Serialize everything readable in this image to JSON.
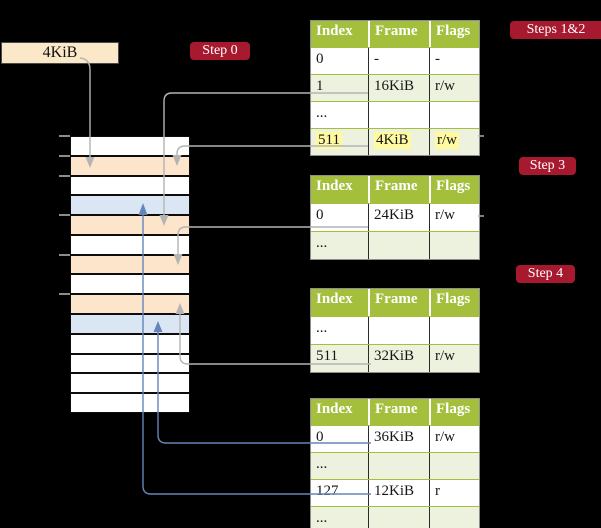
{
  "palette": {
    "background": "#000000",
    "badge_red": "#a6192e",
    "table_header_green": "#a3bf3c",
    "table_row_green": "#edf2de",
    "memory_peach": "#fce5ca",
    "memory_blue": "#dbe6f4",
    "highlight_yellow": "#fff9a0",
    "label_cream": "#fae8c8",
    "connector_gray": "#b4b4b4",
    "connector_blue": "#6485b8"
  },
  "label": {
    "text": "4KiB"
  },
  "badges": {
    "step0": "Step 0",
    "steps12": "Steps 1&2",
    "step3": "Step 3",
    "step4": "Step 4"
  },
  "memory": {
    "rows": [
      {
        "fill": "#ffffff"
      },
      {
        "fill": "#fce5ca"
      },
      {
        "fill": "#ffffff"
      },
      {
        "fill": "#dbe6f4"
      },
      {
        "fill": "#fce5ca"
      },
      {
        "fill": "#ffffff"
      },
      {
        "fill": "#fce5ca"
      },
      {
        "fill": "#ffffff"
      },
      {
        "fill": "#fce5ca"
      },
      {
        "fill": "#dbe6f4"
      },
      {
        "fill": "#ffffff"
      },
      {
        "fill": "#ffffff"
      },
      {
        "fill": "#ffffff"
      },
      {
        "fill": "#ffffff"
      }
    ]
  },
  "tables": [
    {
      "name": "page-table-steps-1-2",
      "headers": [
        "Index",
        "Frame",
        "Flags"
      ],
      "rows": [
        {
          "cells": [
            "0",
            "-",
            "-"
          ],
          "highlight": false
        },
        {
          "cells": [
            "1",
            "16KiB",
            "r/w"
          ],
          "highlight": false
        },
        {
          "cells": [
            "...",
            "",
            ""
          ],
          "highlight": false
        },
        {
          "cells": [
            "511",
            "4KiB",
            "r/w"
          ],
          "highlight": true
        }
      ]
    },
    {
      "name": "page-table-step-3",
      "headers": [
        "Index",
        "Frame",
        "Flags"
      ],
      "rows": [
        {
          "cells": [
            "0",
            "24KiB",
            "r/w"
          ],
          "highlight": false
        },
        {
          "cells": [
            "...",
            "",
            ""
          ],
          "highlight": false
        }
      ]
    },
    {
      "name": "page-table-step-4",
      "headers": [
        "Index",
        "Frame",
        "Flags"
      ],
      "rows": [
        {
          "cells": [
            "...",
            "",
            ""
          ],
          "highlight": false
        },
        {
          "cells": [
            "511",
            "32KiB",
            "r/w"
          ],
          "highlight": false
        }
      ]
    },
    {
      "name": "page-table-final",
      "headers": [
        "Index",
        "Frame",
        "Flags"
      ],
      "rows": [
        {
          "cells": [
            "0",
            "36KiB",
            "r/w"
          ],
          "highlight": false
        },
        {
          "cells": [
            "...",
            "",
            ""
          ],
          "highlight": false
        },
        {
          "cells": [
            "127",
            "12KiB",
            "r"
          ],
          "highlight": false
        },
        {
          "cells": [
            "...",
            "",
            ""
          ],
          "highlight": false
        }
      ]
    }
  ]
}
